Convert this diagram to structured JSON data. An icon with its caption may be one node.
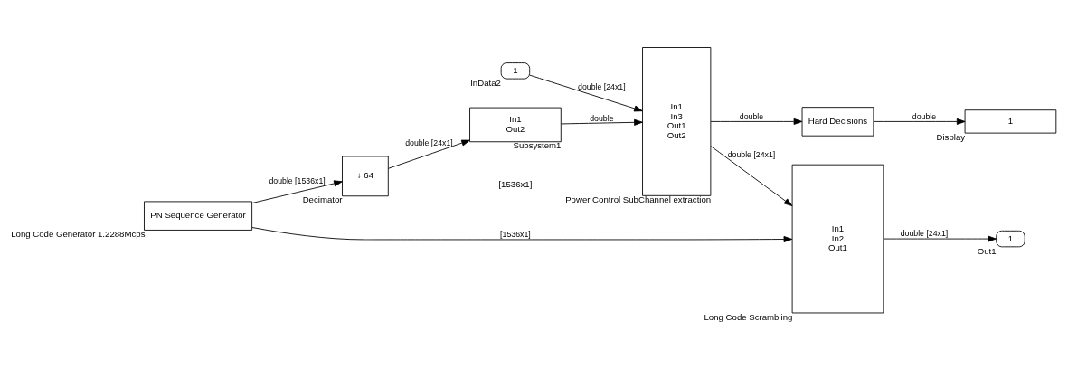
{
  "diagram": {
    "nodes": [
      {
        "text": [
          "1"
        ],
        "beside": [
          "InData2"
        ]
      },
      {
        "text": [
          "PN Sequence Generator"
        ],
        "beside": [
          "Long Code Generator 1.2288Mcps"
        ]
      },
      {
        "text": [
          "↓ 64"
        ],
        "beside": [
          "Decimator"
        ]
      },
      {
        "text": [
          "In1",
          "Out2"
        ],
        "beside": [
          "Subsystem1"
        ]
      },
      {
        "text": [
          "In1",
          "In3",
          "Out1",
          "Out2"
        ],
        "beside": [
          "Power Control SubChannel extraction"
        ]
      },
      {
        "text": [
          "Hard Decisions"
        ]
      },
      {
        "text": [
          "1"
        ],
        "beside": [
          "Display"
        ]
      },
      {
        "text": [
          "In1",
          "In2",
          "Out1"
        ],
        "beside": [
          "Long Code Scrambling"
        ]
      },
      {
        "text": [
          "1"
        ],
        "beside": [
          "Out1"
        ]
      }
    ],
    "edges": [
      {
        "from": 0,
        "to": 4,
        "arrow": "to",
        "label": "double [24x1]"
      },
      {
        "from": 1,
        "to": 2,
        "arrow": "to",
        "label": "double [1536x1]"
      },
      {
        "from": 1,
        "to": 7,
        "arrow": "to",
        "label": "[1536x1]"
      },
      {
        "from": 2,
        "to": 3,
        "arrow": "to",
        "label": "double [24x1]"
      },
      {
        "from": 3,
        "to": 4,
        "arrow": "to",
        "label": "double"
      },
      {
        "from": 4,
        "to": 5,
        "arrow": "to",
        "label": "double"
      },
      {
        "from": 5,
        "to": 6,
        "arrow": "to",
        "label": "double"
      },
      {
        "from": 4,
        "to": 7,
        "arrow": "to",
        "label": "double [24x1]"
      },
      {
        "from": 7,
        "to": 8,
        "arrow": "to",
        "label": "double [24x1]"
      }
    ],
    "labels": [
      "[1536x1]"
    ]
  }
}
